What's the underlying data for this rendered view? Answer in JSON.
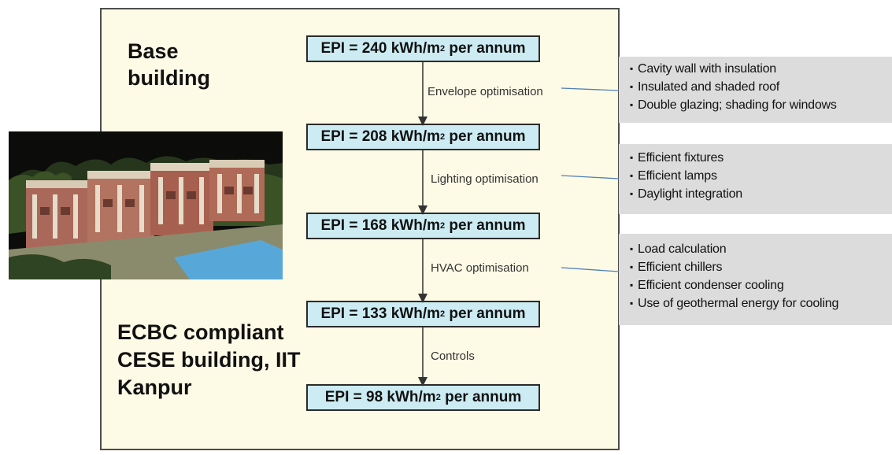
{
  "headings": {
    "base": "Base\nbuilding",
    "bottom": "ECBC compliant\nCESE building, IIT\nKanpur"
  },
  "epi_steps": [
    {
      "value": "EPI = 240 kWh/m",
      "sup": "2",
      "suffix": " per annum"
    },
    {
      "value": "EPI = 208 kWh/m",
      "sup": "2",
      "suffix": " per annum"
    },
    {
      "value": "EPI = 168 kWh/m",
      "sup": "2",
      "suffix": " per annum"
    },
    {
      "value": "EPI = 133 kWh/m",
      "sup": "2",
      "suffix": " per annum"
    },
    {
      "value": "EPI = 98 kWh/m",
      "sup": "2",
      "suffix": " per annum"
    }
  ],
  "transitions": [
    "Envelope optimisation",
    "Lighting optimisation",
    "HVAC optimisation",
    "Controls"
  ],
  "notes": [
    {
      "items": [
        "Cavity wall with insulation",
        "Insulated and shaded roof",
        " Double glazing; shading for windows"
      ]
    },
    {
      "items": [
        "Efficient fixtures",
        "Efficient lamps",
        "Daylight integration"
      ]
    },
    {
      "items": [
        "Load calculation",
        "Efficient chillers",
        "Efficient condenser cooling",
        "Use of geothermal energy for cooling"
      ]
    }
  ],
  "colors": {
    "panel_bg": "#fdfae6",
    "epi_box_bg": "#ccebf2",
    "note_bg": "#dcdcdc",
    "connector": "#4f7fb5",
    "arrow": "#333333"
  }
}
